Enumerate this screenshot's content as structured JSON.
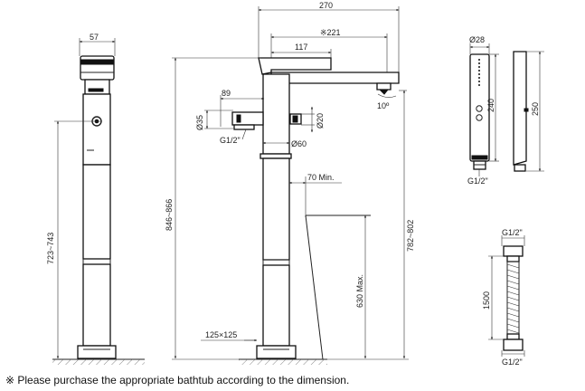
{
  "dims": {
    "width_front": "57",
    "height_front": "723~743",
    "overall_width": "270",
    "spout_reach": "※221",
    "handle_width": "117",
    "inlet_offset": "89",
    "diameter_35": "Ø35",
    "diameter_20": "Ø20",
    "thread_g": "G1/2\"",
    "diameter_60": "Ø60",
    "min_clearance": "70 Min.",
    "total_height": "846~866",
    "spout_height": "782~802",
    "tub_max": "630 Max.",
    "base_size": "125×125",
    "spout_angle": "10º",
    "handshower_diam": "Ø28",
    "handshower_len": "240",
    "holder_len": "250",
    "handshower_thread": "G1/2\"",
    "hose_top_thread": "G1/2\"",
    "hose_length": "1500",
    "hose_bottom_thread": "G1/2\""
  },
  "footnote": "※ Please purchase the appropriate bathtub according to the dimension."
}
